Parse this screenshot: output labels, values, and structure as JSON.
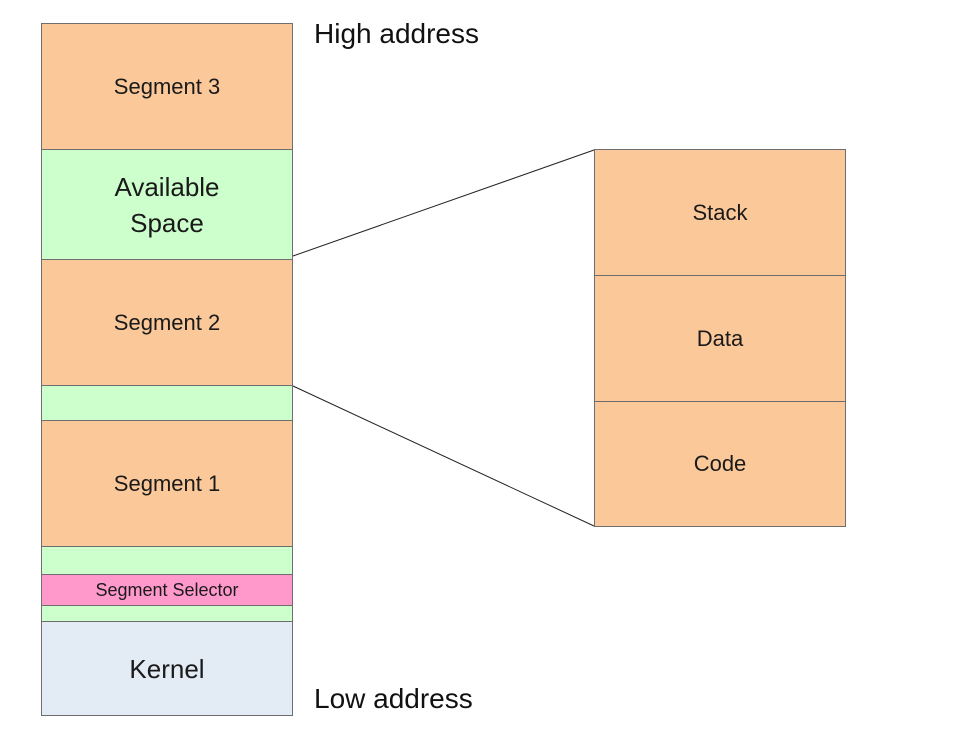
{
  "memory": {
    "high_address_label": "High address",
    "low_address_label": "Low address",
    "blocks": {
      "segment3": "Segment 3",
      "available_space": "Available\nSpace",
      "segment2": "Segment 2",
      "gap_a": "",
      "segment1": "Segment 1",
      "gap_b": "",
      "segment_selector": "Segment Selector",
      "gap_c": "",
      "kernel": "Kernel"
    }
  },
  "segment_detail": {
    "blocks": [
      "Stack",
      "Data",
      "Code"
    ]
  },
  "colors": {
    "segment": "#fbc899",
    "free_space": "#ccffcc",
    "selector": "#ff99cc",
    "kernel": "#e3ebf5"
  }
}
